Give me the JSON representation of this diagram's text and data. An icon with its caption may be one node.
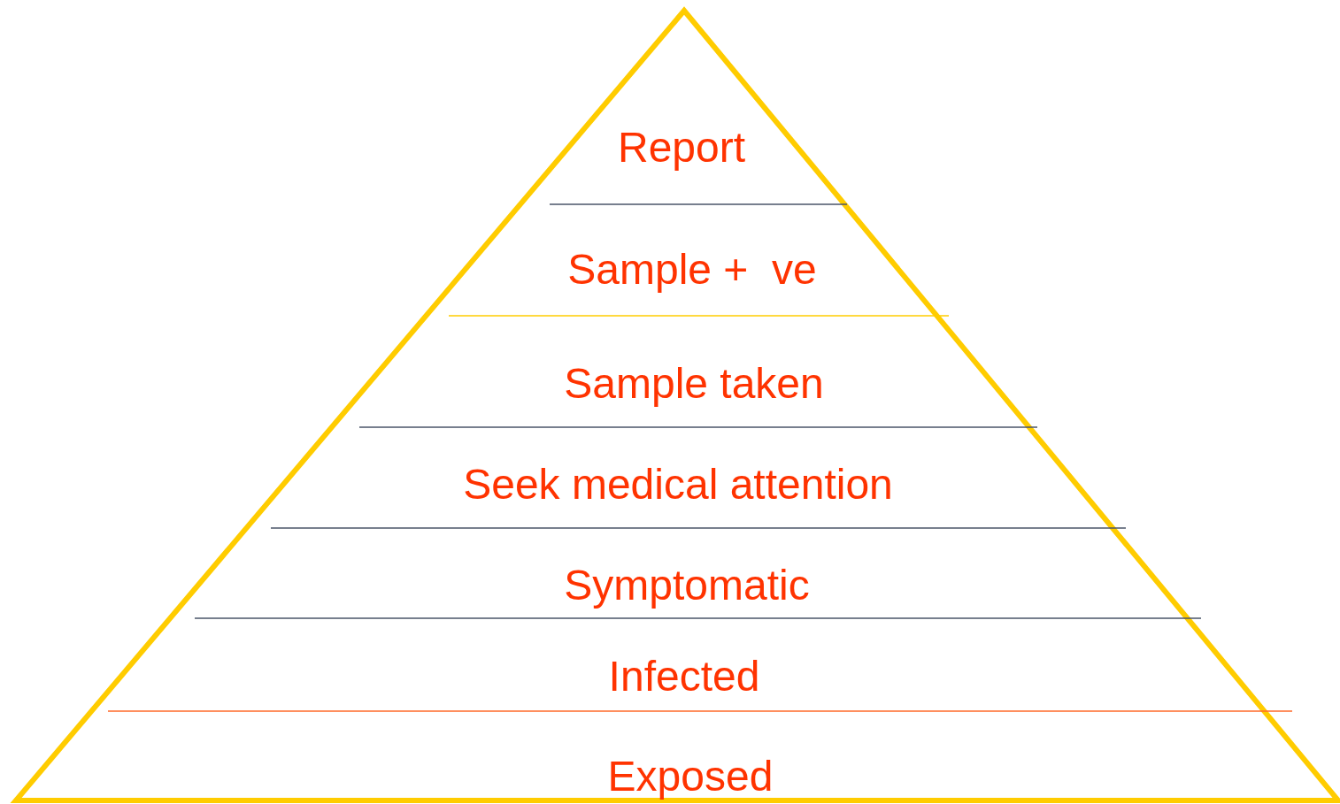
{
  "diagram": {
    "nodes": [
      {
        "text": [
          "Report"
        ]
      },
      {
        "text": [
          "Sample +  ve"
        ]
      },
      {
        "text": [
          "Sample taken"
        ]
      },
      {
        "text": [
          "Seek medical attention"
        ]
      },
      {
        "text": [
          "Symptomatic"
        ]
      },
      {
        "text": [
          "Infected"
        ]
      },
      {
        "text": [
          "Exposed"
        ]
      }
    ]
  }
}
